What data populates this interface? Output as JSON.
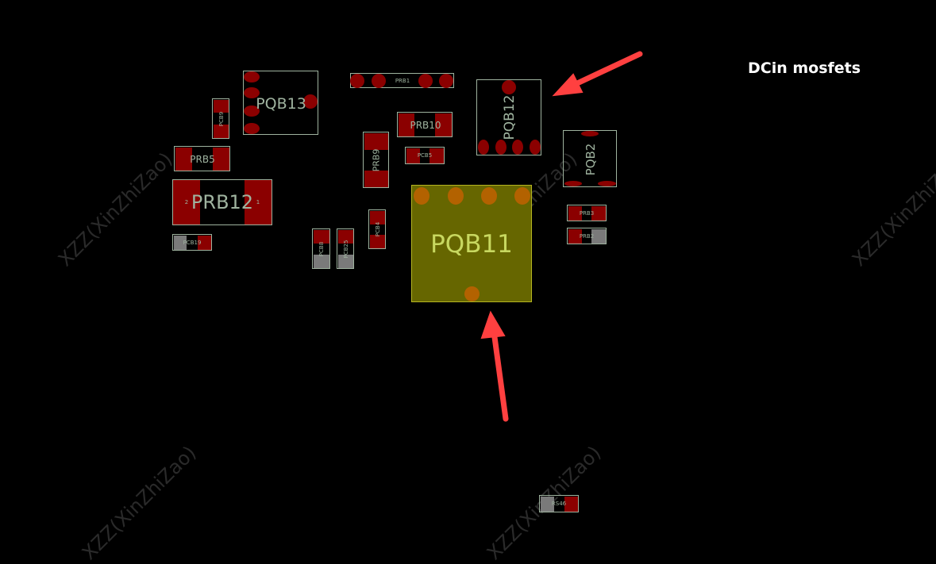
{
  "annotation": "DCin mosfets",
  "watermark": "XZZ(XinZhiZao)",
  "colors": {
    "pad": "#8b0000",
    "highlight_fill": "#666600",
    "highlight_pad": "#b36200",
    "arrow": "#ff4040"
  },
  "components": {
    "pqb13": "PQB13",
    "prb1": "PRB1",
    "pcb9": "PCB9",
    "prb10": "PRB10",
    "pqb12": "PQB12",
    "pqb2": "PQB2",
    "prb5": "PRB5",
    "prb9": "PRB9",
    "pcb5": "PCB5",
    "prb12": "PRB12",
    "prb12_pin1": "1",
    "prb12_pin2": "2",
    "pqb11": "PQB11",
    "prb3": "PRB3",
    "prb2": "PRB2",
    "pcb19": "PCB19",
    "pcb4": "PCB4",
    "pcb8": "PCB8",
    "pcb25": "PCB25",
    "rs46": "RS46"
  }
}
